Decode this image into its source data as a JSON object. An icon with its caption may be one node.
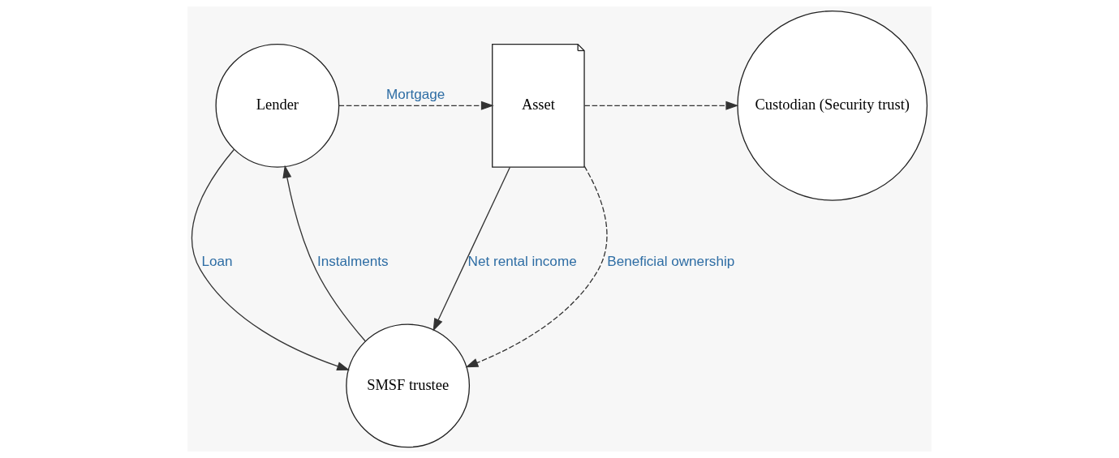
{
  "diagram": {
    "nodes": [
      {
        "text": [
          "Lender"
        ]
      },
      {
        "text": [
          "SMSF trustee"
        ]
      },
      {
        "text": [
          "Custodian (Security trust)"
        ]
      },
      {
        "text": [
          "Asset"
        ]
      }
    ],
    "edges": [
      {
        "from": 0,
        "to": 3,
        "arrow": "to",
        "label": "Mortgage",
        "style": "dashed"
      },
      {
        "from": 0,
        "to": 1,
        "arrow": "to",
        "label": "Loan"
      },
      {
        "from": 1,
        "to": 0,
        "arrow": "to",
        "label": "Instalments"
      },
      {
        "from": 3,
        "to": 2,
        "arrow": "to",
        "style": "dashed"
      },
      {
        "from": 3,
        "to": 1,
        "arrow": "to",
        "label": "Net rental income"
      },
      {
        "from": 3,
        "to": 1,
        "arrow": "to",
        "label": "Beneficial ownership",
        "style": "dashed"
      }
    ]
  }
}
